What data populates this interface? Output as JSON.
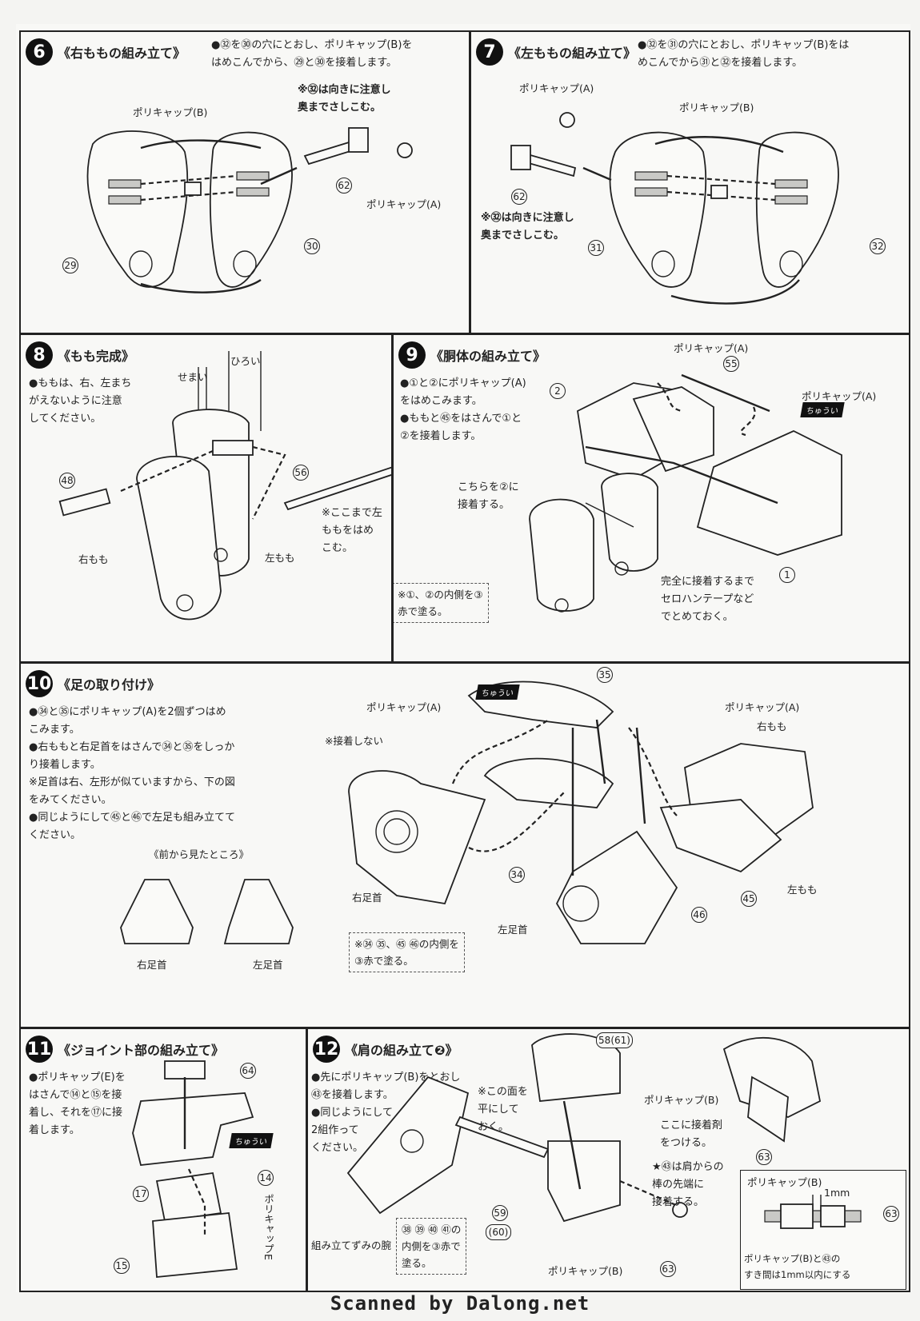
{
  "panels": {
    "p6": {
      "num": "6",
      "title": "《右ももの組み立て》",
      "instr": "●㉜を㉚の穴にとおし、ポリキャップ(B)を\nはめこんでから、㉙と㉚を接着します。",
      "note": "※㉜は向きに注意し\n奥までさしこむ。",
      "labels": {
        "pcB": "ポリキャップ(B)",
        "pcA": "ポリキャップ(A)"
      },
      "parts": {
        "a": "62",
        "b": "29",
        "c": "30"
      }
    },
    "p7": {
      "num": "7",
      "title": "《左ももの組み立て》",
      "instr": "●㉜を㉛の穴にとおし、ポリキャップ(B)をは\nめこんでから㉛と㉜を接着します。",
      "note": "※㉜は向きに注意し\n奥までさしこむ。",
      "labels": {
        "pcA": "ポリキャップ(A)",
        "pcB": "ポリキャップ(B)"
      },
      "parts": {
        "a": "62",
        "b": "31",
        "c": "32"
      }
    },
    "p8": {
      "num": "8",
      "title": "《もも完成》",
      "instr": "●ももは、右、左まち\nがえないように注意\nしてください。",
      "narrow": "せまい",
      "wide": "ひろい",
      "note": "※ここまで左\nももをはめ\nこむ。",
      "right_thigh": "右もも",
      "left_thigh": "左もも",
      "parts": {
        "a": "48",
        "b": "56"
      }
    },
    "p9": {
      "num": "9",
      "title": "《胴体の組み立て》",
      "instr": "●①と②にポリキャップ(A)\nをはめこみます。\n●ももと㊺をはさんで①と\n②を接着します。",
      "pcA1": "ポリキャップ(A)",
      "pcA2": "ポリキャップ(A)",
      "glue_here": "こちらを②に\n接着する。",
      "tape": "完全に接着するまで\nセロハンテープなど\nでとめておく。",
      "paint": "※①、②の内側を③\n赤で塗る。",
      "chuui": "ちゅうい",
      "parts": {
        "a": "55",
        "b": "2",
        "c": "1"
      }
    },
    "p10": {
      "num": "10",
      "title": "《足の取り付け》",
      "instr": "●㉞と㉟にポリキャップ(A)を2個ずつはめ\nこみます。\n●右ももと右足首をはさんで㉞と㉟をしっか\nり接着します。\n※足首は右、左形が似ていますから、下の図\nをみてください。\n●同じようにして㊺と㊻で左足も組み立てて\nください。",
      "front_view": "《前から見たところ》",
      "right_ankle": "右足首",
      "left_ankle": "左足首",
      "right_ankle2": "右足首",
      "left_ankle2": "左足首",
      "pcA1": "ポリキャップ(A)",
      "pcA2": "ポリキャップ(A)",
      "no_glue": "※接着しない",
      "right_thigh": "右もも",
      "left_thigh": "左もも",
      "paint": "※㉞ ㉟、㊺ ㊻の内側を\n③赤で塗る。",
      "chuui": "ちゅうい",
      "parts": {
        "a": "35",
        "b": "34",
        "c": "45",
        "d": "46"
      }
    },
    "p11": {
      "num": "11",
      "title": "《ジョイント部の組み立て》",
      "instr": "●ポリキャップ(E)を\nはさんで⑭と⑮を接\n着し、それを⑰に接\n着します。",
      "pcE": "ポリキャップE",
      "chuui": "ちゅうい",
      "parts": {
        "a": "64",
        "b": "14",
        "c": "17",
        "d": "15"
      }
    },
    "p12": {
      "num": "12",
      "title": "《肩の組み立て❷》",
      "instr": "●先にポリキャップ(B)をとおし\n㊸を接着します。\n●同じようにして\n2組作って\nください。",
      "flat": "※この面を\n平にして\nおく。",
      "assembled": "組み立てずみの腕",
      "paint": "㊳ ㊴ ㊵ ㊶の\n内側を③赤で\n塗る。",
      "pcB1": "ポリキャップ(B)",
      "pcB2": "ポリキャップ(B)",
      "glue_tip": "ここに接着剤\nをつける。",
      "star_note": "★㊸は肩からの\n棒の先端に\n接着する。",
      "inset_title": "ポリキャップ(B)",
      "inset_mm": "1mm",
      "inset_note": "ポリキャップ(B)と㊸の\nすき間は1mm以内にする",
      "parts": {
        "a": "58(61)",
        "b": "59",
        "c": "(60)",
        "d": "63",
        "e": "63",
        "f": "63"
      }
    }
  },
  "footer": "Scanned by Dalong.net"
}
